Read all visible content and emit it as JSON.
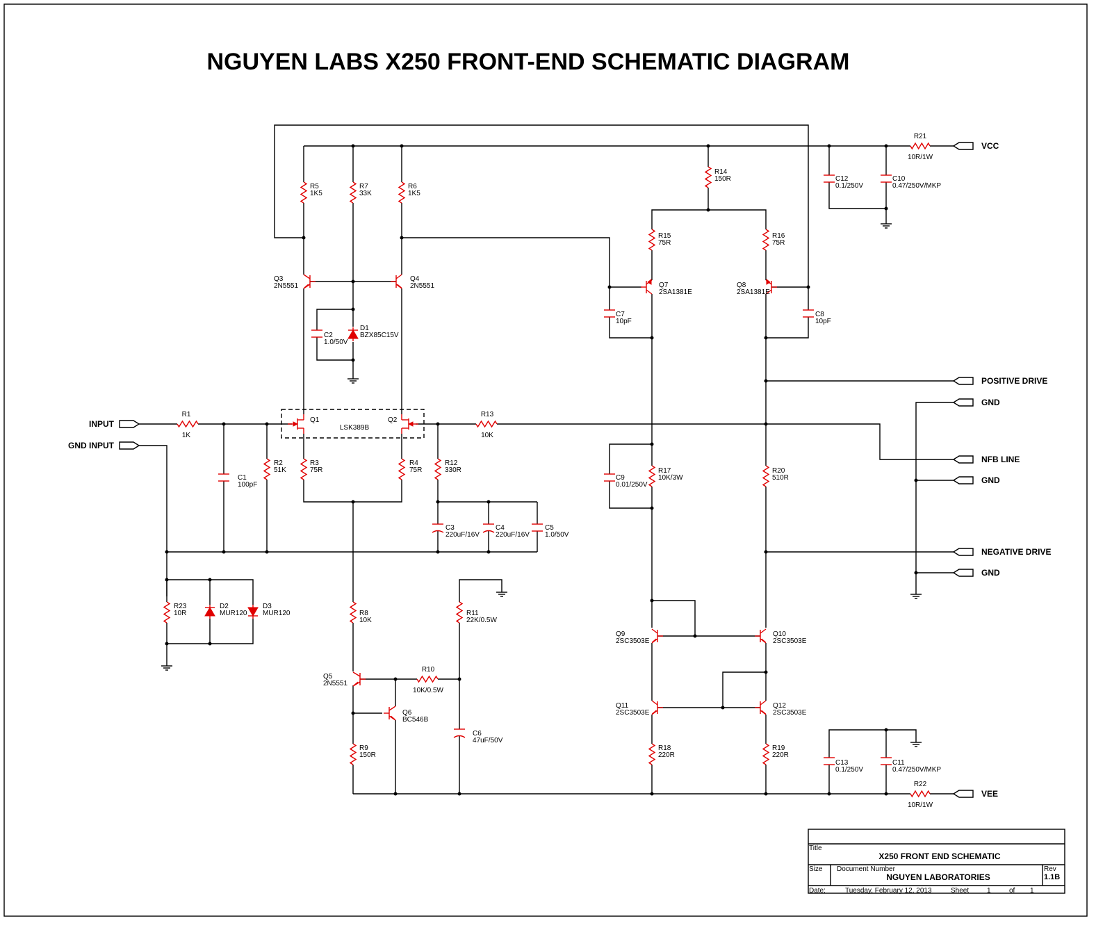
{
  "title": "NGUYEN LABS X250 FRONT-END SCHEMATIC DIAGRAM",
  "ports": {
    "vcc": "VCC",
    "vee": "VEE",
    "input": "INPUT",
    "gnd_input": "GND INPUT",
    "positive_drive": "POSITIVE DRIVE",
    "negative_drive": "NEGATIVE DRIVE",
    "nfb_line": "NFB LINE",
    "gnd": "GND"
  },
  "components": {
    "R1": {
      "ref": "R1",
      "value": "1K"
    },
    "R2": {
      "ref": "R2",
      "value": "51K"
    },
    "R3": {
      "ref": "R3",
      "value": "75R"
    },
    "R4": {
      "ref": "R4",
      "value": "75R"
    },
    "R5": {
      "ref": "R5",
      "value": "1K5"
    },
    "R6": {
      "ref": "R6",
      "value": "1K5"
    },
    "R7": {
      "ref": "R7",
      "value": "33K"
    },
    "R8": {
      "ref": "R8",
      "value": "10K"
    },
    "R9": {
      "ref": "R9",
      "value": "150R"
    },
    "R10": {
      "ref": "R10",
      "value": "10K/0.5W"
    },
    "R11": {
      "ref": "R11",
      "value": "22K/0.5W"
    },
    "R12": {
      "ref": "R12",
      "value": "330R"
    },
    "R13": {
      "ref": "R13",
      "value": "10K"
    },
    "R14": {
      "ref": "R14",
      "value": "150R"
    },
    "R15": {
      "ref": "R15",
      "value": "75R"
    },
    "R16": {
      "ref": "R16",
      "value": "75R"
    },
    "R17": {
      "ref": "R17",
      "value": "10K/3W"
    },
    "R18": {
      "ref": "R18",
      "value": "220R"
    },
    "R19": {
      "ref": "R19",
      "value": "220R"
    },
    "R20": {
      "ref": "R20",
      "value": "510R"
    },
    "R21": {
      "ref": "R21",
      "value": "10R/1W"
    },
    "R22": {
      "ref": "R22",
      "value": "10R/1W"
    },
    "R23": {
      "ref": "R23",
      "value": "10R"
    },
    "C1": {
      "ref": "C1",
      "value": "100pF"
    },
    "C2": {
      "ref": "C2",
      "value": "1.0/50V"
    },
    "C3": {
      "ref": "C3",
      "value": "220uF/16V"
    },
    "C4": {
      "ref": "C4",
      "value": "220uF/16V"
    },
    "C5": {
      "ref": "C5",
      "value": "1.0/50V"
    },
    "C6": {
      "ref": "C6",
      "value": "47uF/50V"
    },
    "C7": {
      "ref": "C7",
      "value": "10pF"
    },
    "C8": {
      "ref": "C8",
      "value": "10pF"
    },
    "C9": {
      "ref": "C9",
      "value": "0.01/250V"
    },
    "C10": {
      "ref": "C10",
      "value": "0.47/250V/MKP"
    },
    "C11": {
      "ref": "C11",
      "value": "0.47/250V/MKP"
    },
    "C12": {
      "ref": "C12",
      "value": "0.1/250V"
    },
    "C13": {
      "ref": "C13",
      "value": "0.1/250V"
    },
    "D1": {
      "ref": "D1",
      "value": "BZX85C15V"
    },
    "D2": {
      "ref": "D2",
      "value": "MUR120"
    },
    "D3": {
      "ref": "D3",
      "value": "MUR120"
    },
    "Q1": {
      "ref": "Q1",
      "value": ""
    },
    "Q2": {
      "ref": "Q2",
      "value": ""
    },
    "LSK": {
      "ref": "",
      "value": "LSK389B"
    },
    "Q3": {
      "ref": "Q3",
      "value": "2N5551"
    },
    "Q4": {
      "ref": "Q4",
      "value": "2N5551"
    },
    "Q5": {
      "ref": "Q5",
      "value": "2N5551"
    },
    "Q6": {
      "ref": "Q6",
      "value": "BC546B"
    },
    "Q7": {
      "ref": "Q7",
      "value": "2SA1381E"
    },
    "Q8": {
      "ref": "Q8",
      "value": "2SA1381E"
    },
    "Q9": {
      "ref": "Q9",
      "value": "2SC3503E"
    },
    "Q10": {
      "ref": "Q10",
      "value": "2SC3503E"
    },
    "Q11": {
      "ref": "Q11",
      "value": "2SC3503E"
    },
    "Q12": {
      "ref": "Q12",
      "value": "2SC3503E"
    }
  },
  "title_block": {
    "title_label": "Title",
    "title": "X250 FRONT END SCHEMATIC",
    "size_label": "Size",
    "docnum_label": "Document Number",
    "document": "NGUYEN LABORATORIES",
    "rev_label": "Rev",
    "rev": "1.1B",
    "date_label": "Date:",
    "date": "Tuesday, February 12, 2013",
    "sheet_label": "Sheet",
    "sheet": "1",
    "of_label": "of",
    "of": "1"
  },
  "colors": {
    "wire": "#000000",
    "component": "#e00000"
  }
}
